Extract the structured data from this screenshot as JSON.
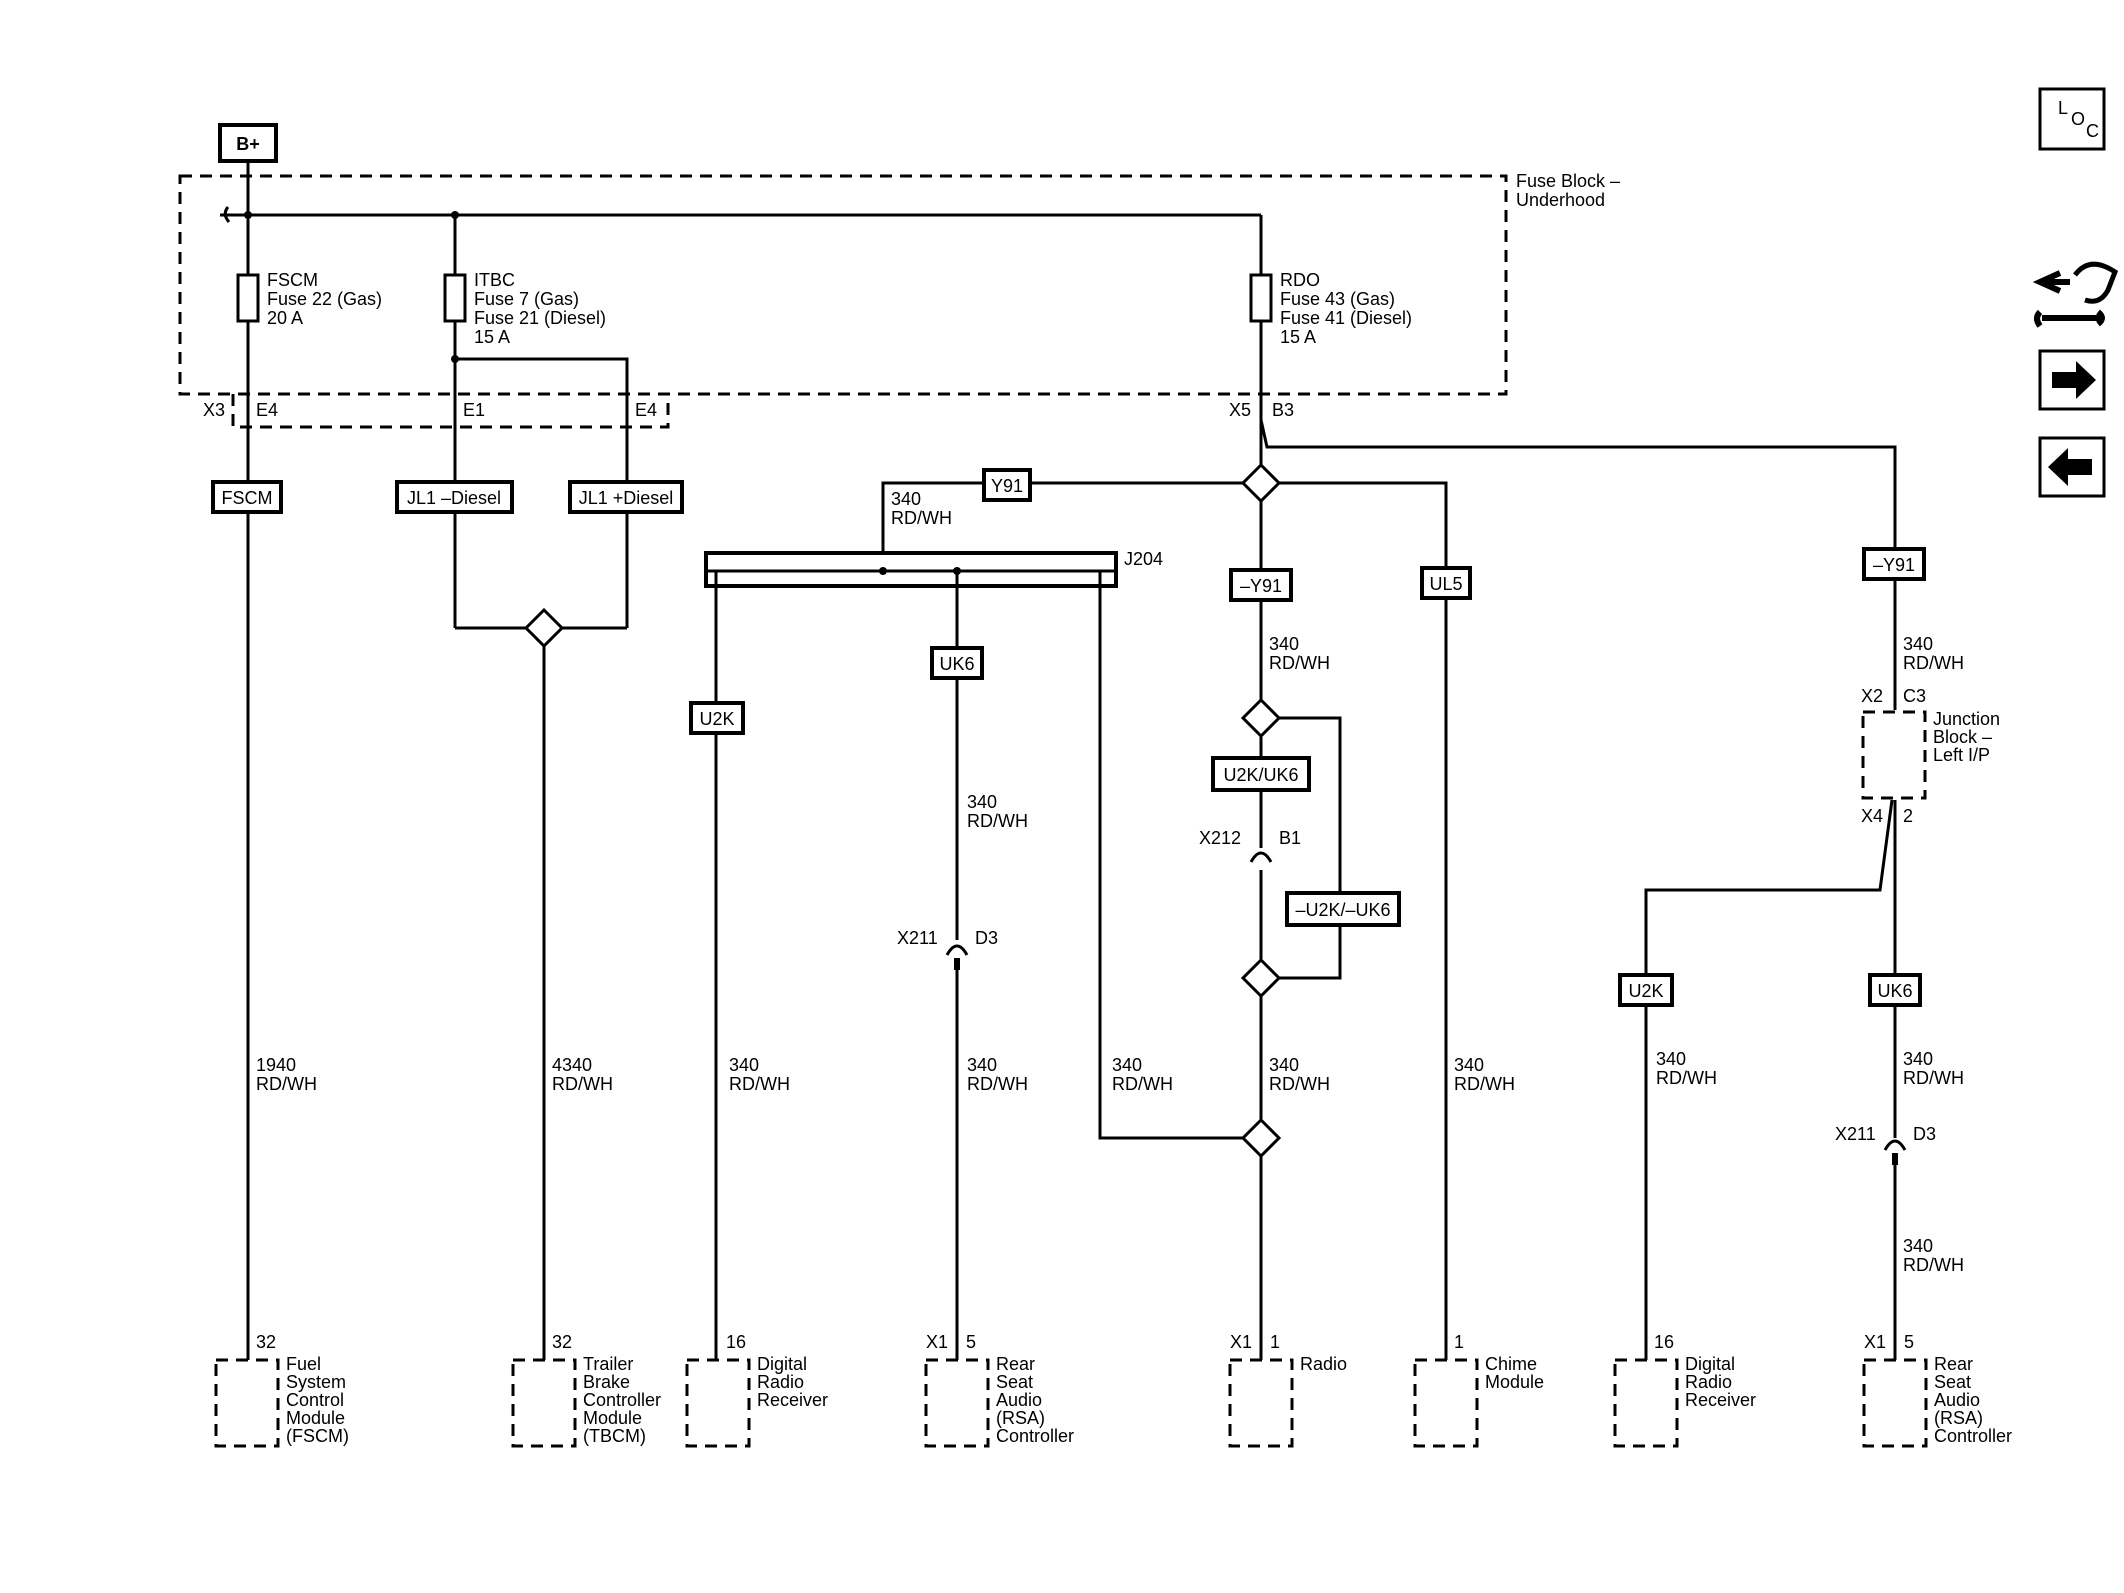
{
  "colors": {
    "ink": "#000000",
    "background": "#ffffff"
  },
  "battery": {
    "label": "B+"
  },
  "fuse_block": {
    "line1": "Fuse Block –",
    "line2": "Underhood"
  },
  "fuses": {
    "fscm": {
      "name": "FSCM",
      "line1": "Fuse 22 (Gas)",
      "line2": "20 A"
    },
    "itbc": {
      "name": "ITBC",
      "line1": "Fuse 7 (Gas)",
      "line2": "Fuse 21 (Diesel)",
      "line3": "15 A"
    },
    "rdo": {
      "name": "RDO",
      "line1": "Fuse 43 (Gas)",
      "line2": "Fuse 41 (Diesel)",
      "line3": "15 A"
    }
  },
  "connectors": {
    "x3": "X3",
    "x3_e4": "E4",
    "x3_e1": "E1",
    "x3_e4b": "E4",
    "x5": "X5",
    "x5_b3": "B3",
    "x2": "X2",
    "x2_c3": "C3",
    "x4": "X4",
    "x4_pin": "2",
    "j204": "J204",
    "x212": "X212",
    "x212_pin": "B1",
    "x211a": "X211",
    "x211a_pin": "D3",
    "x211b": "X211",
    "x211b_pin": "D3"
  },
  "junction_block": {
    "line1": "Junction",
    "line2": "Block –",
    "line3": "Left I/P"
  },
  "option_codes": {
    "fscm": "FSCM",
    "jl1_minus": "JL1 –Diesel",
    "jl1_plus": "JL1 +Diesel",
    "y91": "Y91",
    "not_y91": "–Y91",
    "ul5": "UL5",
    "not_y91_right": "–Y91",
    "u2k_left": "U2K",
    "uk6_left": "UK6",
    "u2k_uk6": "U2K/UK6",
    "not_u2k_uk6": "–U2K/–UK6",
    "u2k_right": "U2K",
    "uk6_right": "UK6"
  },
  "wires": {
    "fscm": {
      "circuit": "1940",
      "color": "RD/WH"
    },
    "tbcm": {
      "circuit": "4340",
      "color": "RD/WH"
    },
    "y91_top": {
      "circuit": "340",
      "color": "RD/WH"
    },
    "drr_left": {
      "circuit": "340",
      "color": "RD/WH"
    },
    "rsa_left_upper": {
      "circuit": "340",
      "color": "RD/WH"
    },
    "rsa_left_lower": {
      "circuit": "340",
      "color": "RD/WH"
    },
    "j204_drop": {
      "circuit": "340",
      "color": "RD/WH"
    },
    "radio_upper": {
      "circuit": "340",
      "color": "RD/WH"
    },
    "radio_lower": {
      "circuit": "340",
      "color": "RD/WH"
    },
    "chime": {
      "circuit": "340",
      "color": "RD/WH"
    },
    "jb_feed": {
      "circuit": "340",
      "color": "RD/WH"
    },
    "drr_right": {
      "circuit": "340",
      "color": "RD/WH"
    },
    "rsa_right_upper": {
      "circuit": "340",
      "color": "RD/WH"
    },
    "rsa_right_lower": {
      "circuit": "340",
      "color": "RD/WH"
    }
  },
  "components": {
    "fscm": {
      "pin": "32",
      "lines": [
        "Fuel",
        "System",
        "Control",
        "Module",
        "(FSCM)"
      ]
    },
    "tbcm": {
      "pin": "32",
      "lines": [
        "Trailer",
        "Brake",
        "Controller",
        "Module",
        "(TBCM)"
      ]
    },
    "drr_left": {
      "pin": "16",
      "lines": [
        "Digital",
        "Radio",
        "Receiver"
      ]
    },
    "rsa_left": {
      "connector": "X1",
      "pin": "5",
      "lines": [
        "Rear",
        "Seat",
        "Audio",
        "(RSA)",
        "Controller"
      ]
    },
    "radio": {
      "connector": "X1",
      "pin": "1",
      "lines": [
        "Radio"
      ]
    },
    "chime": {
      "pin": "1",
      "lines": [
        "Chime",
        "Module"
      ]
    },
    "drr_right": {
      "pin": "16",
      "lines": [
        "Digital",
        "Radio",
        "Receiver"
      ]
    },
    "rsa_right": {
      "connector": "X1",
      "pin": "5",
      "lines": [
        "Rear",
        "Seat",
        "Audio",
        "(RSA)",
        "Controller"
      ]
    }
  },
  "nav": {
    "loc_l": "L",
    "loc_o": "O",
    "loc_c": "C",
    "icons": [
      "loc-icon",
      "connector-end-view-icon",
      "forward-arrow-icon",
      "back-arrow-icon"
    ]
  }
}
